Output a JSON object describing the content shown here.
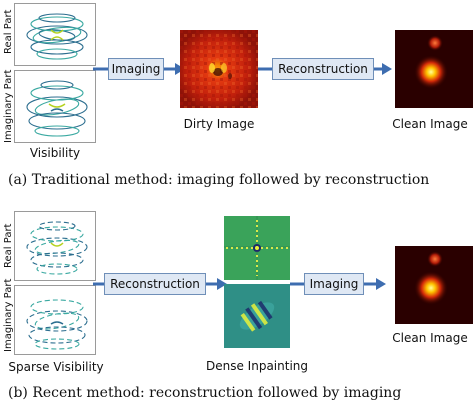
{
  "top": {
    "real_part_label": "Real Part",
    "imaginary_part_label": "Imaginary Part",
    "visibility_caption": "Visibility",
    "stage1_label": "Imaging",
    "stage2_label": "Reconstruction",
    "dirty_image_caption": "Dirty Image",
    "clean_image_caption": "Clean Image",
    "figure_caption": "(a)  Traditional method: imaging followed by reconstruction"
  },
  "bottom": {
    "real_part_label": "Real Part",
    "imaginary_part_label": "Imaginary Part",
    "visibility_caption": "Sparse Visibility",
    "stage1_label": "Reconstruction",
    "stage2_label": "Imaging",
    "inpainting_caption": "Dense Inpainting",
    "clean_image_caption": "Clean Image",
    "figure_caption": "(b)  Recent method: reconstruction followed by imaging"
  },
  "colors": {
    "stage_fill": "#dfe8f4",
    "stage_border": "#6f8fb8",
    "arrow": "#3e6db0",
    "visibility_ring_a": "#2c6e8f",
    "visibility_ring_b": "#3aa9a1",
    "visibility_center": "#b5d21e"
  }
}
